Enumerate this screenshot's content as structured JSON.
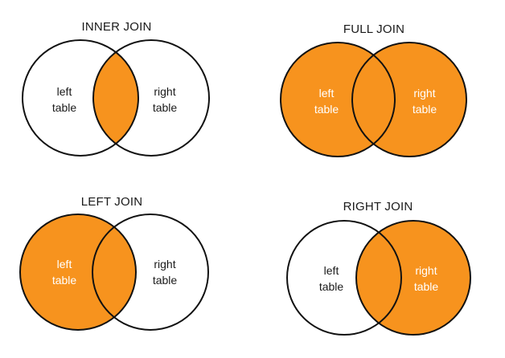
{
  "colors": {
    "highlight": "#f7931e",
    "outline": "#111111",
    "dark_text": "#1a1a1a",
    "light_text": "#ffffff",
    "background": "#ffffff"
  },
  "diagrams": [
    {
      "title": "INNER JOIN",
      "fill_mode": "intersection",
      "left_label": [
        "left",
        "table"
      ],
      "right_label": [
        "right",
        "table"
      ]
    },
    {
      "title": "FULL JOIN",
      "fill_mode": "union",
      "left_label": [
        "left",
        "table"
      ],
      "right_label": [
        "right",
        "table"
      ]
    },
    {
      "title": "LEFT JOIN",
      "fill_mode": "left",
      "left_label": [
        "left",
        "table"
      ],
      "right_label": [
        "right",
        "table"
      ]
    },
    {
      "title": "RIGHT JOIN",
      "fill_mode": "right",
      "left_label": [
        "left",
        "table"
      ],
      "right_label": [
        "right",
        "table"
      ]
    }
  ]
}
